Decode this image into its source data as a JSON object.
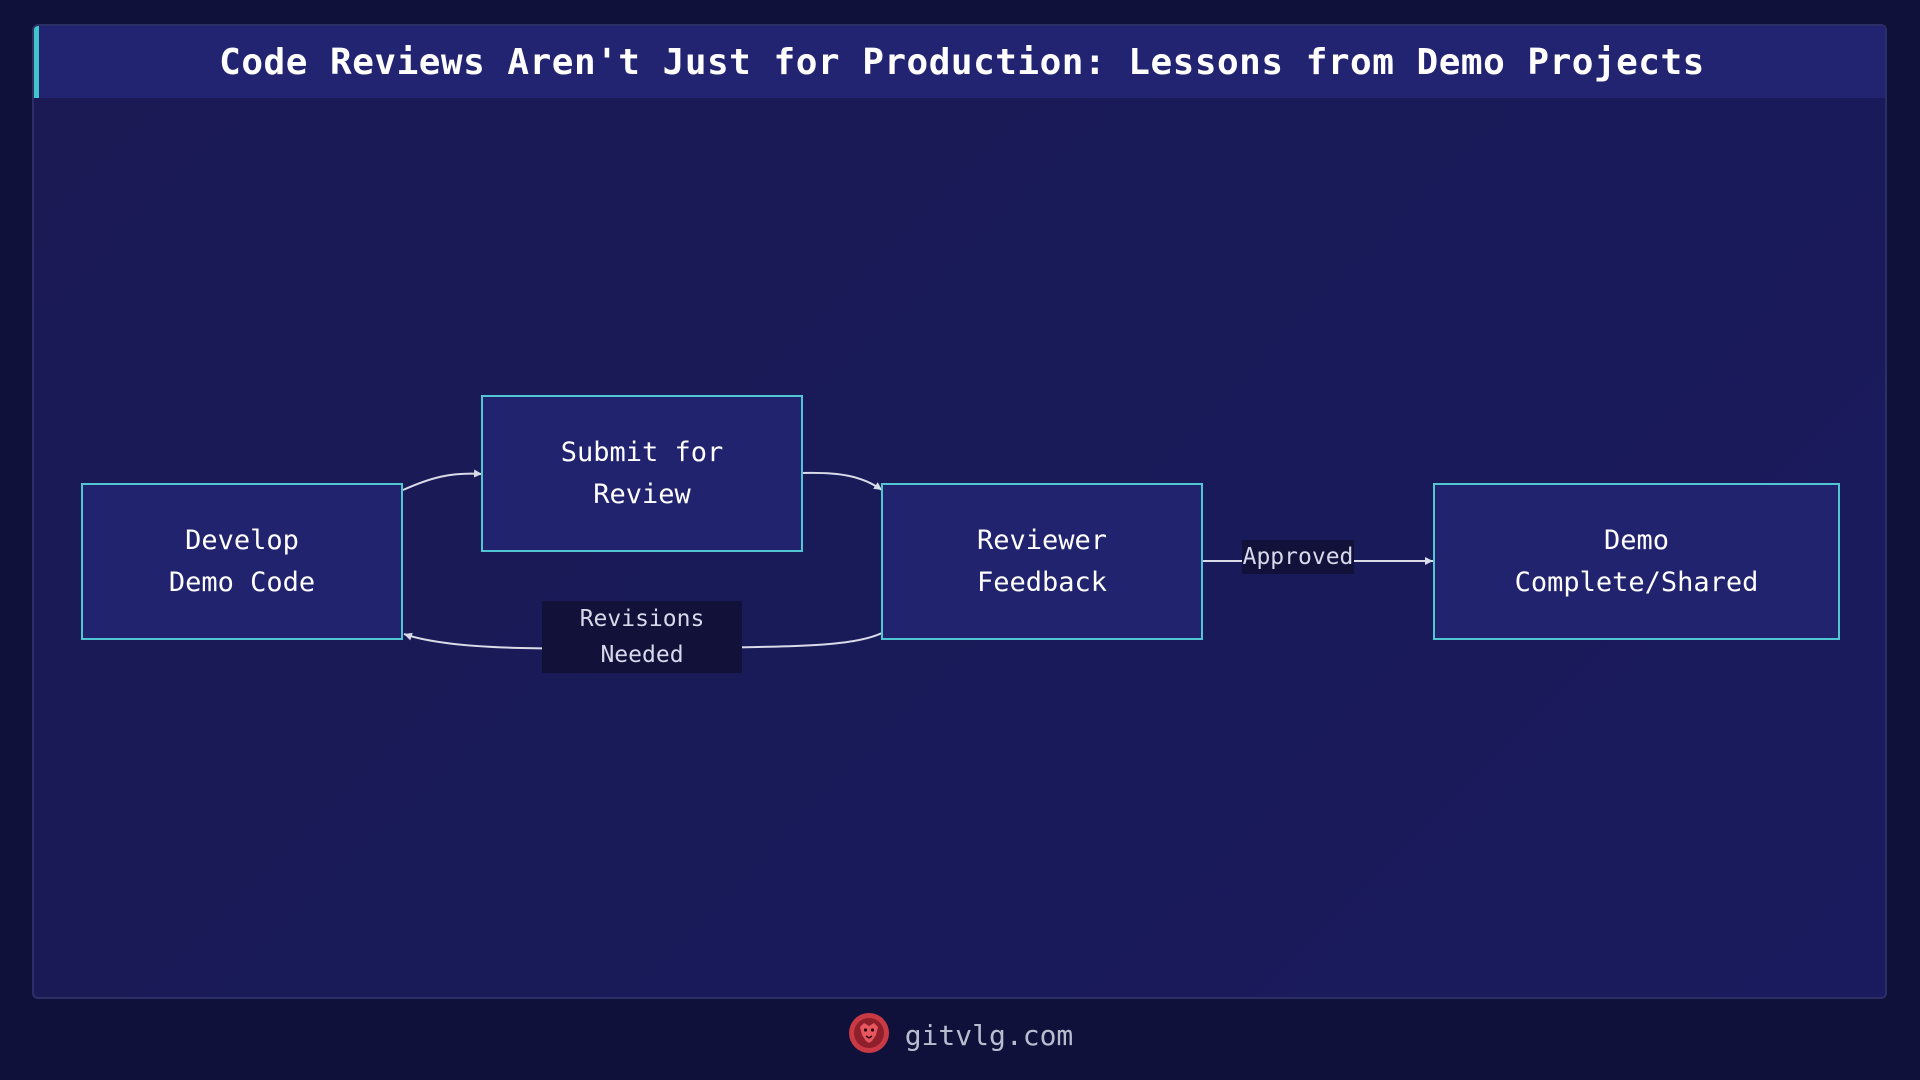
{
  "header": {
    "title": "Code Reviews Aren't Just for Production: Lessons from Demo Projects"
  },
  "diagram": {
    "nodes": [
      {
        "id": "develop",
        "label": "Develop\nDemo Code"
      },
      {
        "id": "submit",
        "label": "Submit for\nReview"
      },
      {
        "id": "feedback",
        "label": "Reviewer\nFeedback"
      },
      {
        "id": "complete",
        "label": "Demo\nComplete/Shared"
      }
    ],
    "edges": [
      {
        "from": "develop",
        "to": "submit",
        "label": ""
      },
      {
        "from": "submit",
        "to": "feedback",
        "label": ""
      },
      {
        "from": "feedback",
        "to": "develop",
        "label": "Revisions\nNeeded"
      },
      {
        "from": "feedback",
        "to": "complete",
        "label": "Approved"
      }
    ],
    "colors": {
      "node_fill": "#22236f",
      "node_border": "#4fc6d1",
      "edge": "#d9dbe8",
      "title_accent": "#3fc6c6"
    }
  },
  "footer": {
    "site": "gitvlg.com",
    "logo_icon": "lion-logo-icon"
  }
}
